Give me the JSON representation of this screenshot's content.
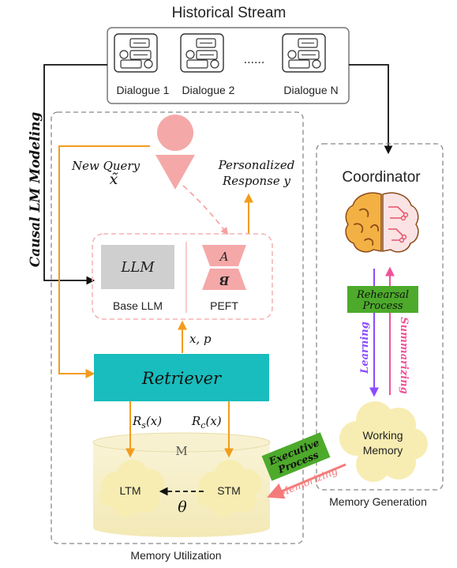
{
  "stream": {
    "title": "Historical Stream",
    "dialogues": [
      "Dialogue 1",
      "Dialogue 2",
      "Dialogue N"
    ],
    "ellipsis": "......"
  },
  "left_label": "Causal LM Modeling",
  "utilization": {
    "caption": "Memory Utilization",
    "new_query": "New Query",
    "query_symbol": "x̃",
    "personalized_line1": "Personalized",
    "personalized_line2": "Response y",
    "llm_box": "LLM",
    "base_llm": "Base LLM",
    "peft": "PEFT",
    "peft_a": "A",
    "peft_b": "B",
    "xp": "x, p",
    "retriever": "Retriever",
    "rs_main": "R",
    "rs_sub": "s",
    "rs_arg": "(x)",
    "rc_main": "R",
    "rc_sub": "c",
    "rc_arg": "(x)",
    "memory_symbol": "M",
    "ltm": "LTM",
    "stm": "STM",
    "theta": "θ"
  },
  "generation": {
    "caption": "Memory Generation",
    "coordinator": "Coordinator",
    "rehearsal_line1": "Rehearsal",
    "rehearsal_line2": "Process",
    "learning": "Learning",
    "summarizing": "Summarizing",
    "working_line1": "Working",
    "working_line2": "Memory"
  },
  "executive_line1": "Executive",
  "executive_line2": "Process",
  "memorizing": "Memorizing",
  "colors": {
    "orange": "#F39C1C",
    "teal": "#19BDBD",
    "green": "#4DAA2B",
    "purple": "#8B4BFF",
    "pink": "#F0529A",
    "salmon": "#F5A0A0",
    "cream": "#F7F0C4",
    "gray_box": "#CFCFCF"
  }
}
